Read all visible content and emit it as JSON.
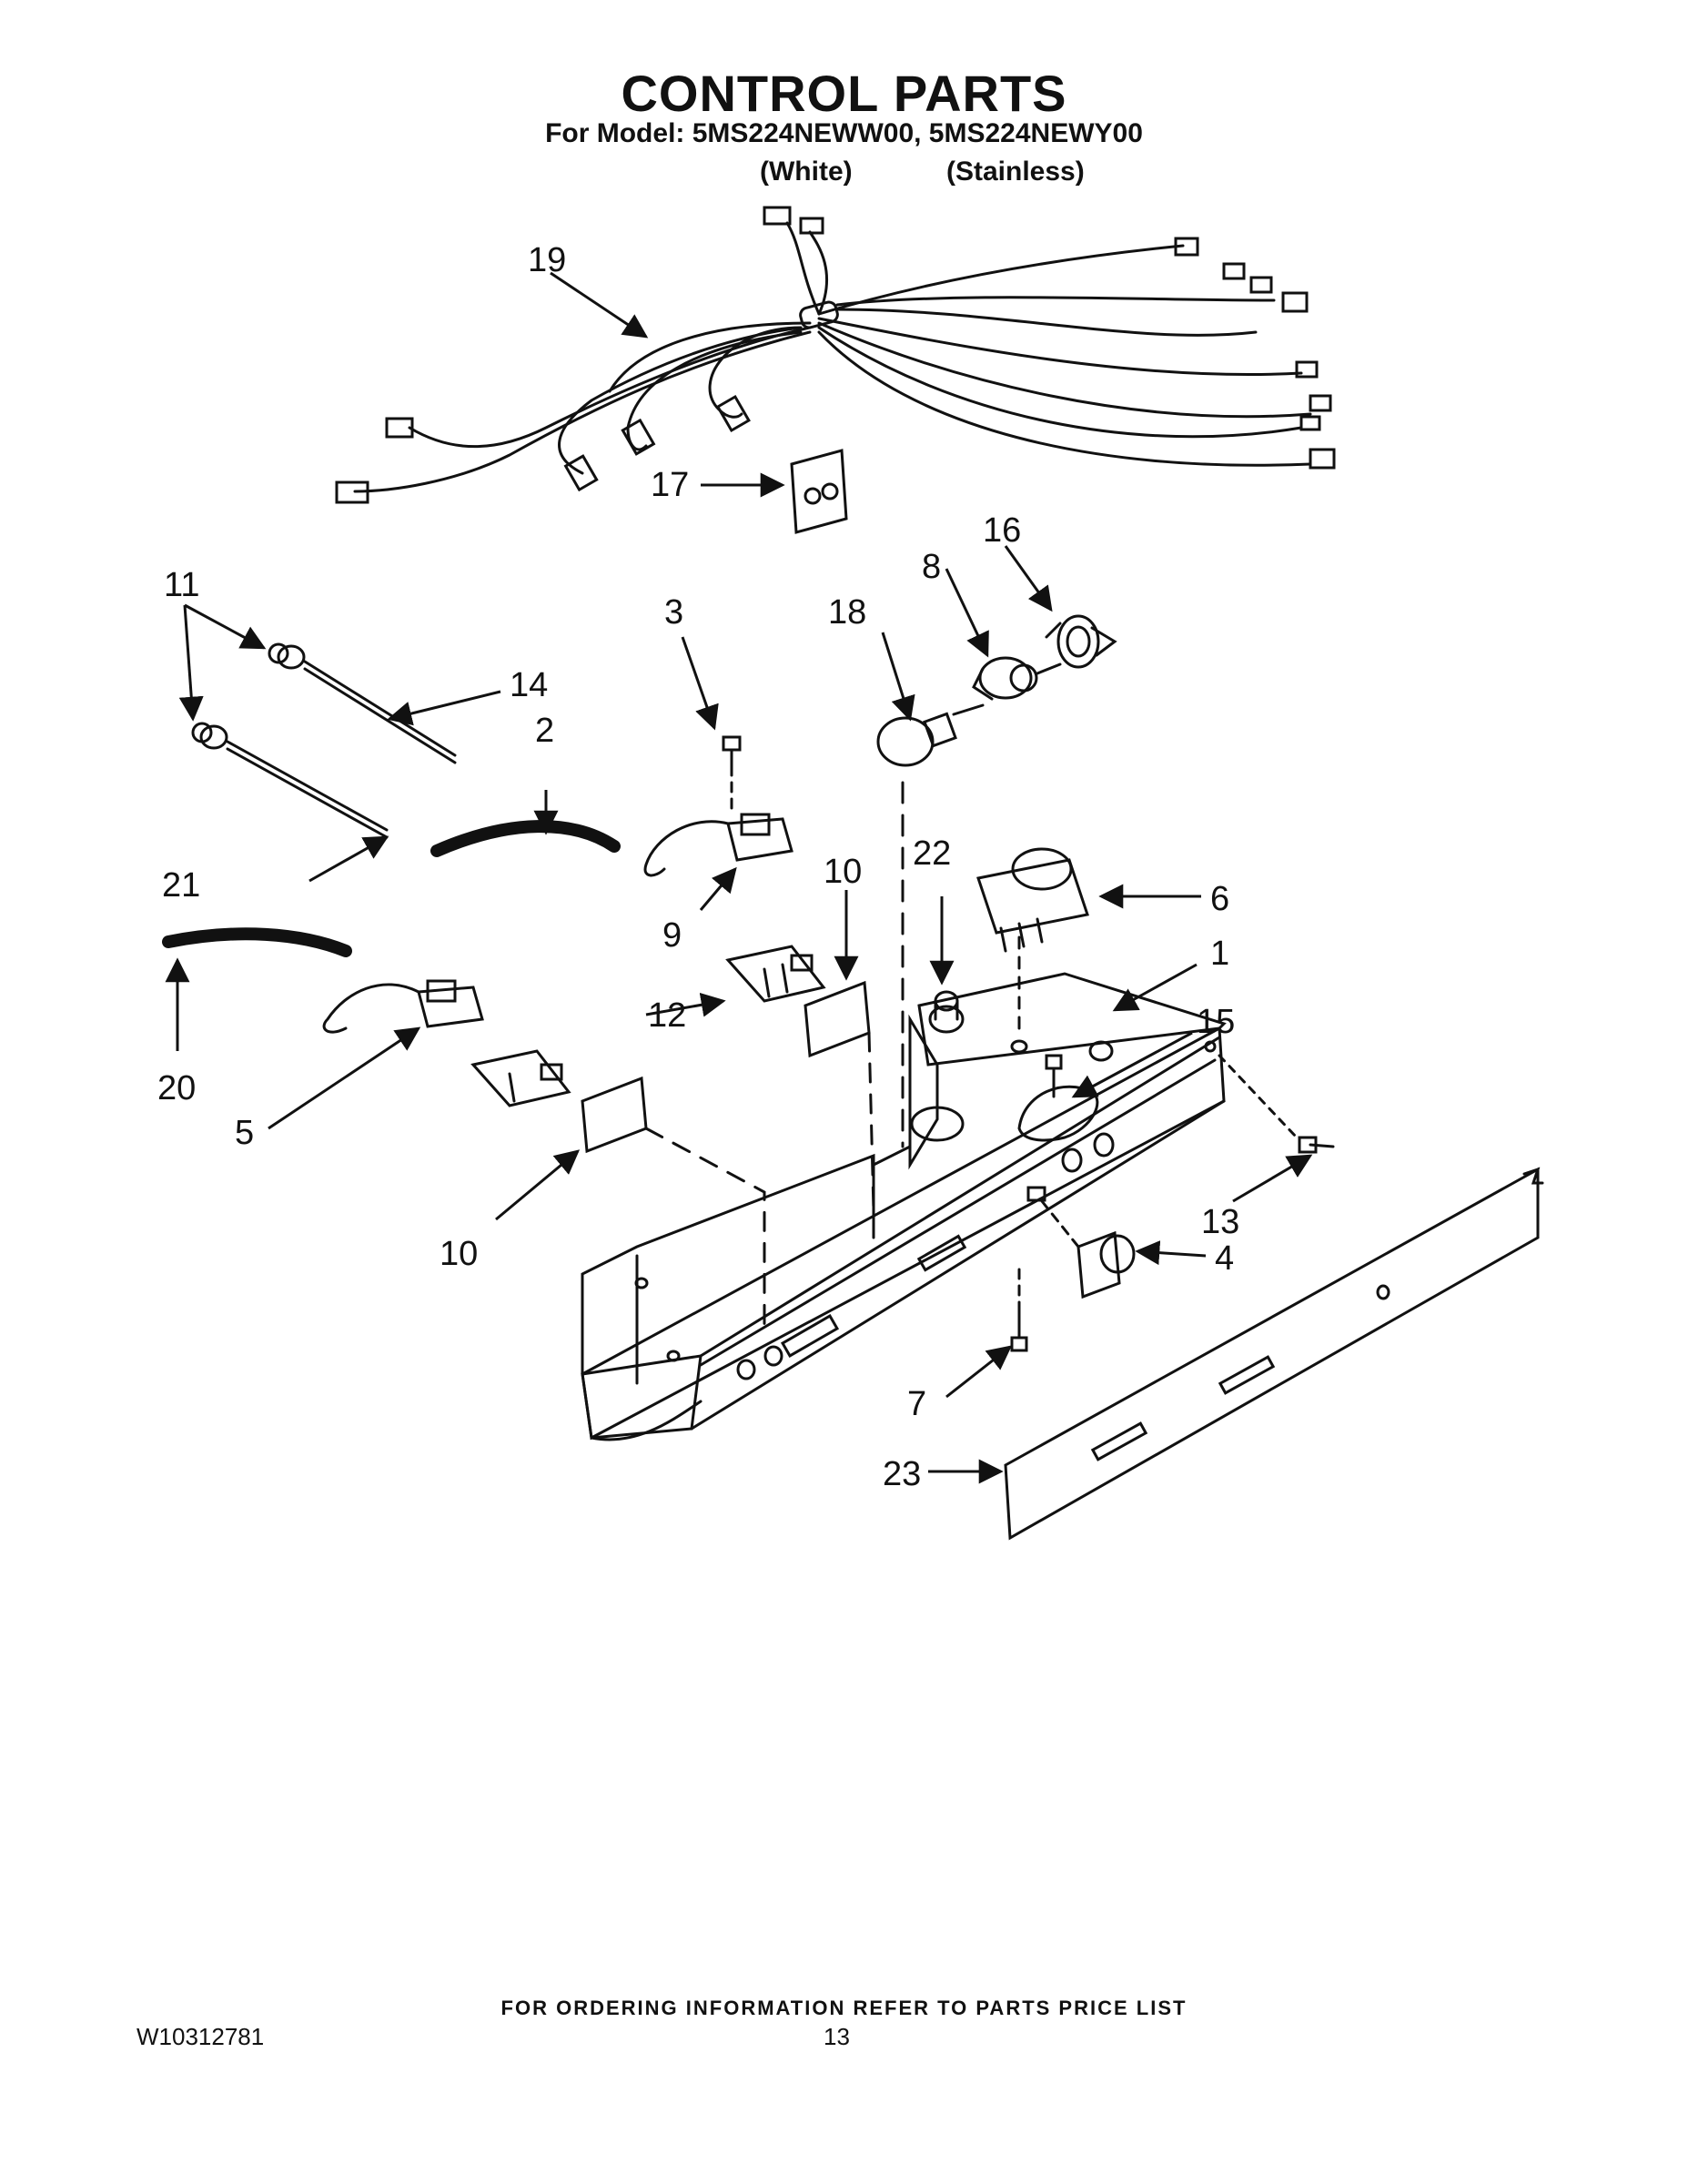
{
  "header": {
    "title": "CONTROL PARTS",
    "subtitle": "For Model: 5MS224NEWW00, 5MS224NEWY00",
    "variant_white": "(White)",
    "variant_stainless": "(Stainless)"
  },
  "callouts": {
    "c1": "1",
    "c2": "2",
    "c3": "3",
    "c4": "4",
    "c5": "5",
    "c6": "6",
    "c7": "7",
    "c8": "8",
    "c9": "9",
    "c10a": "10",
    "c10b": "10",
    "c11": "11",
    "c12": "12",
    "c13": "13",
    "c14": "14",
    "c15": "15",
    "c16": "16",
    "c17": "17",
    "c18": "18",
    "c19": "19",
    "c20": "20",
    "c21": "21",
    "c22": "22",
    "c23": "23"
  },
  "footer": {
    "note": "FOR ORDERING INFORMATION REFER TO PARTS PRICE LIST",
    "doc_number": "W10312781",
    "page_number": "13"
  }
}
